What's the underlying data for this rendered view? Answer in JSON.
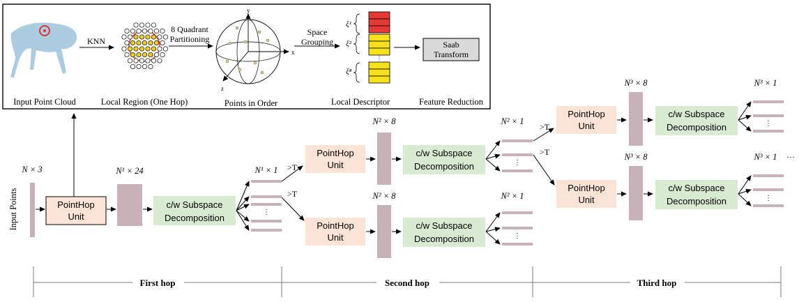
{
  "inset": {
    "labels": {
      "input_cloud": "Input Point Cloud",
      "local_region": "Local Region (One Hop)",
      "points_order": "Points in Order",
      "local_descriptor": "Local Descriptor",
      "feature_reduction": "Feature Reduction"
    },
    "arrows": {
      "knn": "KNN",
      "quadrant_1": "8 Quadrant",
      "quadrant_2": "Partitioning",
      "space_1": "Space",
      "space_2": "Grouping"
    },
    "axes": {
      "x": "x",
      "y": "y",
      "z": "z"
    },
    "xi": {
      "first": "ξ¹",
      "second": "ξ²",
      "last": "ξ⁸",
      "dots": "⋮"
    },
    "saab_line1": "Saab",
    "saab_line2": "Transform"
  },
  "pipeline": {
    "input_label": "Input Points",
    "dims": {
      "input": "N × 3",
      "hop1_feat": "N¹ × 24",
      "hop1_out": "N¹ × 1",
      "hop2_feat_a": "N² × 8",
      "hop2_feat_b": "N² × 8",
      "hop2_out_a": "N² × 1",
      "hop2_out_b": "N² × 1",
      "hop3_feat_a": "N³ × 8",
      "hop3_feat_b": "N³ × 8",
      "hop3_out_a": "N³ × 1",
      "hop3_out_b": "N³ × 1"
    },
    "pointhop_line1": "PointHop",
    "pointhop_line2": "Unit",
    "subspace_line1": "c/w Subspace",
    "subspace_line2": "Decomposition",
    "threshold": ">T",
    "vdots": "⋮",
    "hdots": "···"
  },
  "hops": [
    "First hop",
    "Second hop",
    "Third hop"
  ],
  "colors": {
    "pointhop_fill": "#fbe3d6",
    "pointhop_fill_first": "#fce4d6",
    "subspace_fill": "#d9ead3",
    "feature_bar": "#c8b2b8",
    "saab_fill": "#d9d9d9",
    "xi_red": "#e53935",
    "xi_yellow": "#f5e11c",
    "cloud": "#9ec3dc"
  }
}
